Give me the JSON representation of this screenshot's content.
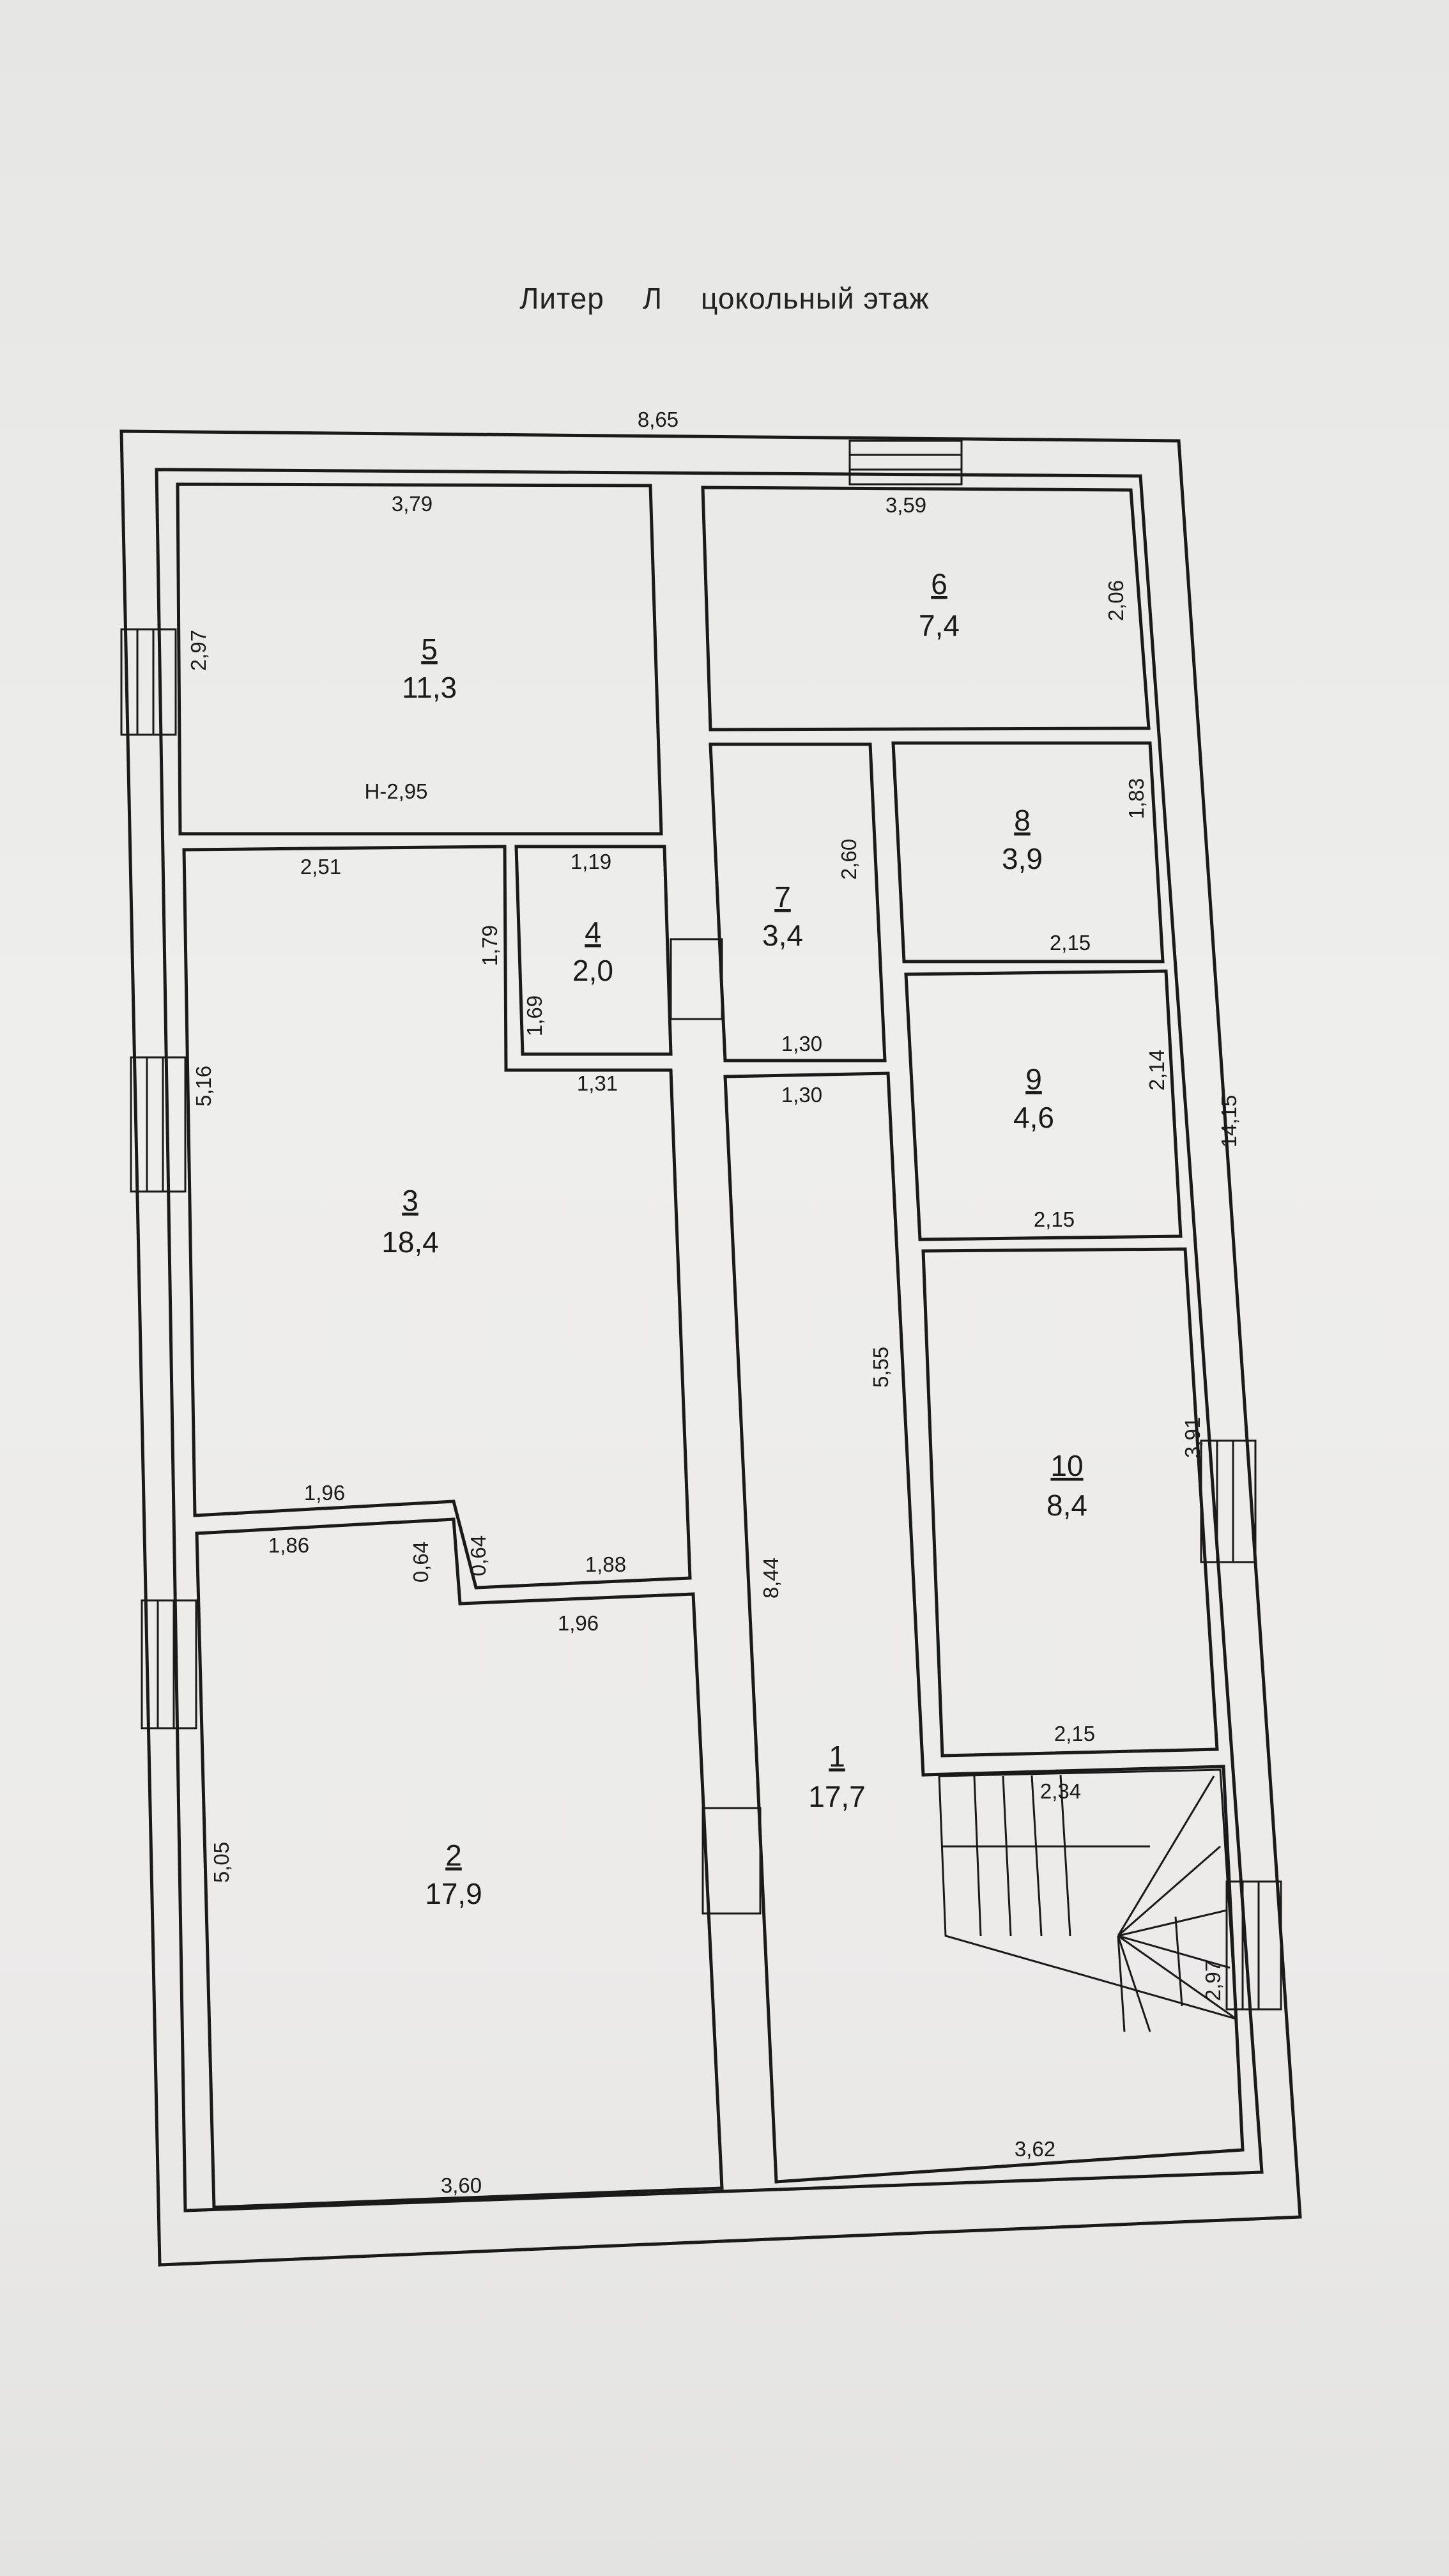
{
  "title": {
    "liter": "Литер",
    "letter": "Л",
    "floor": "цокольный этаж"
  },
  "outer": {
    "top": "8,65",
    "right": "14,15"
  },
  "rooms": [
    {
      "num": "5",
      "area": "11,3",
      "d_top": "3,79",
      "d_side": "2,97",
      "height": "Н-2,95"
    },
    {
      "num": "6",
      "area": "7,4",
      "d_top": "3,59",
      "d_side": "2,06"
    },
    {
      "num": "4",
      "area": "2,0",
      "d_top": "1,19",
      "d_side": "1,69",
      "d_bottom": "1,31"
    },
    {
      "num": "7",
      "area": "3,4",
      "d_side": "2,60",
      "d_bottom": "1,30"
    },
    {
      "num": "8",
      "area": "3,9",
      "d_side": "1,83",
      "d_bottom": "2,15"
    },
    {
      "num": "9",
      "area": "4,6",
      "d_side": "2,14",
      "d_bottom": "2,15"
    },
    {
      "num": "3",
      "area": "18,4",
      "d_top": "2,51",
      "d_side": "5,16",
      "d_notch": "1,79",
      "d_bottom1": "1,96",
      "d_bottom2": "1,88",
      "d_step": "0,64"
    },
    {
      "num": "10",
      "area": "8,4",
      "d_side": "3,91",
      "d_bottom": "2,15"
    },
    {
      "num": "2",
      "area": "17,9",
      "d_top1": "1,86",
      "d_top2": "1,96",
      "d_side": "5,05",
      "d_step": "0,64",
      "d_bottom": "3,60"
    },
    {
      "num": "1",
      "area": "17,7",
      "d_top": "1,30",
      "d_side": "5,55",
      "d_left": "8,44",
      "d_bottom": "3,62",
      "d_stair": "2,34",
      "d_stair2": "2,97"
    }
  ]
}
